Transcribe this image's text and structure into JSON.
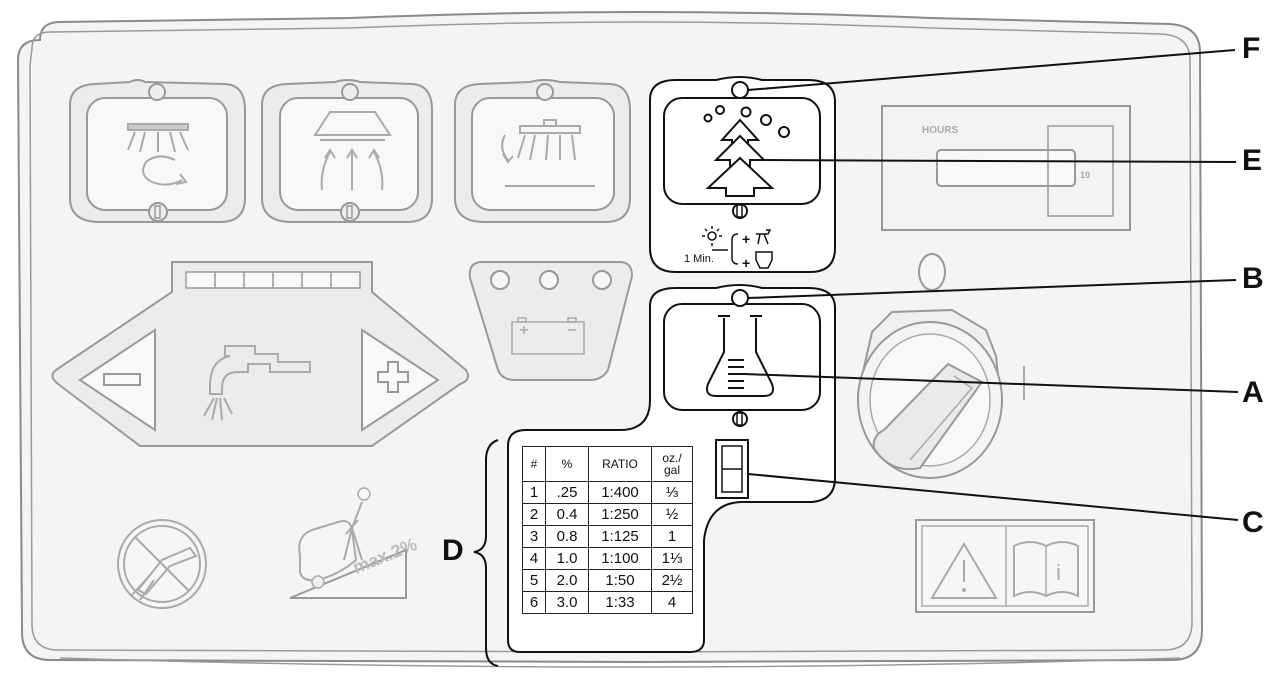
{
  "labels": {
    "hour_meter": "HOURS",
    "hour_meter_digit": "10",
    "timer_text": "1 Min.",
    "plus": "+",
    "incline": "max.2%",
    "info_icon_letter": "i"
  },
  "callouts": {
    "F": "F",
    "E": "E",
    "B": "B",
    "A": "A",
    "C": "C",
    "D": "D"
  },
  "dilution_table": {
    "headers": [
      "#",
      "%",
      "RATIO",
      "oz./",
      "gal"
    ],
    "rows": [
      [
        "1",
        ".25",
        "1:400",
        "⅓"
      ],
      [
        "2",
        "0.4",
        "1:250",
        "½"
      ],
      [
        "3",
        "0.8",
        "1:125",
        "1"
      ],
      [
        "4",
        "1.0",
        "1:100",
        "1⅓"
      ],
      [
        "5",
        "2.0",
        "1:50",
        "2½"
      ],
      [
        "6",
        "3.0",
        "1:33",
        "4"
      ]
    ]
  },
  "colors": {
    "panel_fill": "#f2f2f2",
    "line": "#8a8a8a",
    "ink": "#111111"
  }
}
